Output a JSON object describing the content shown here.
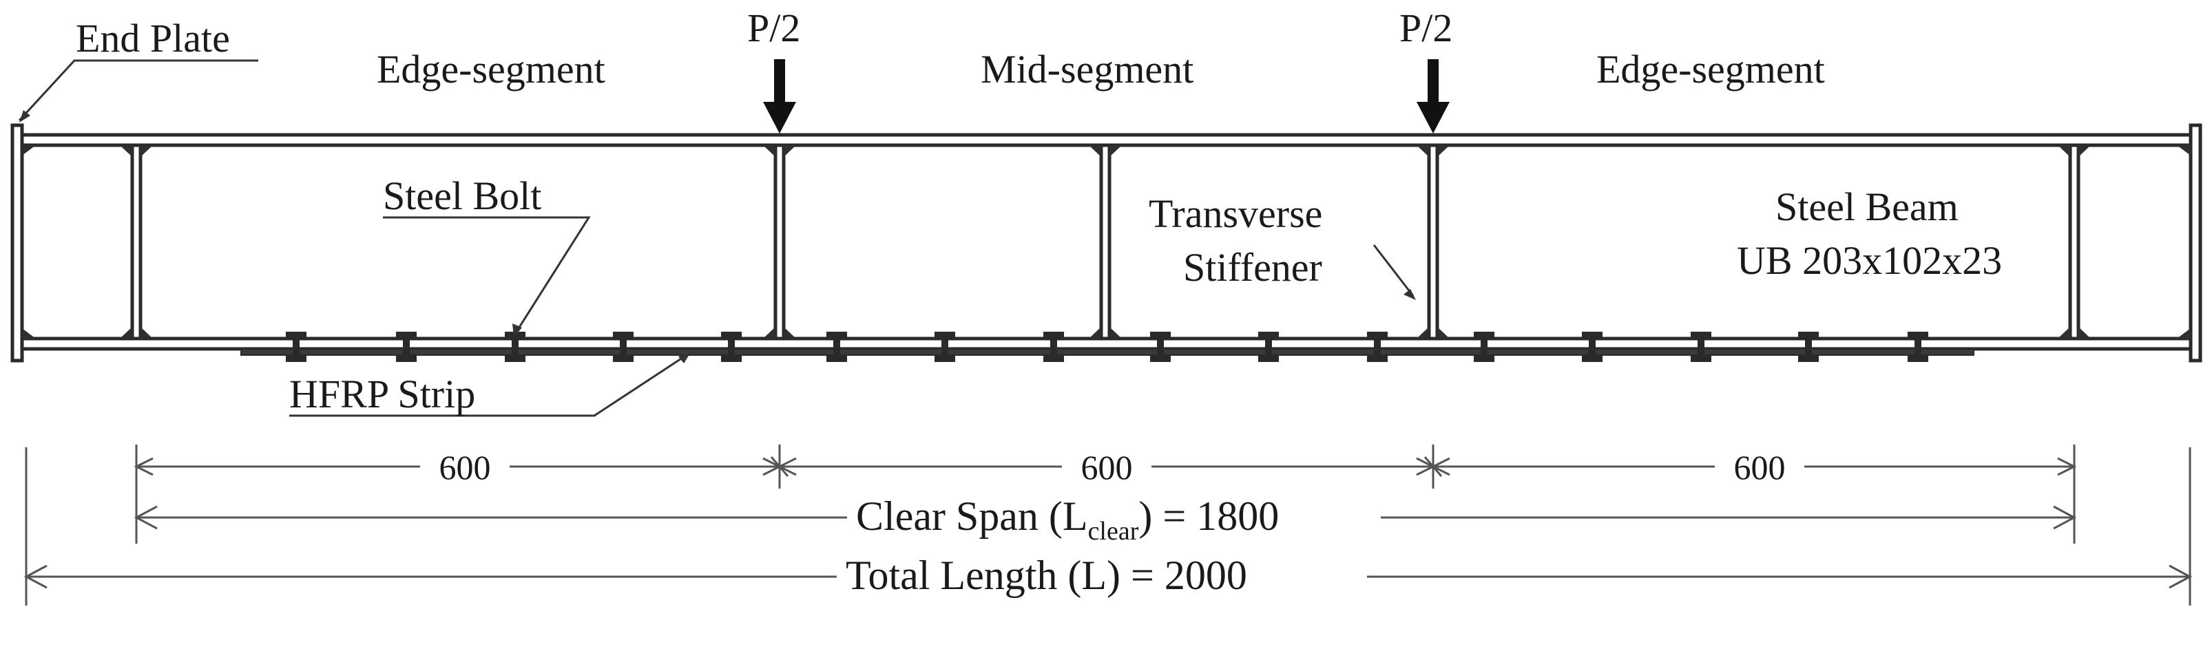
{
  "colors": {
    "stroke": "#2a2a2a",
    "dim_line": "#555555",
    "text": "#1a1a1a",
    "weld": "#2f2f2f"
  },
  "labels": {
    "end_plate": "End Plate",
    "edge_segment_left": "Edge-segment",
    "mid_segment": "Mid-segment",
    "edge_segment_right": "Edge-segment",
    "load_left": "P/2",
    "load_right": "P/2",
    "steel_bolt": "Steel Bolt",
    "transverse_1": "Transverse",
    "transverse_2": "Stiffener",
    "steel_beam_1": "Steel Beam",
    "steel_beam_2": "UB 203x102x23",
    "hfrp_strip": "HFRP Strip"
  },
  "dimensions": {
    "segment_1": "600",
    "segment_2": "600",
    "segment_3": "600",
    "clear_span_prefix": "Clear Span (L",
    "clear_span_subscript": "clear",
    "clear_span_suffix": ") = 1800",
    "total_length": "Total Length (L) = 2000"
  }
}
